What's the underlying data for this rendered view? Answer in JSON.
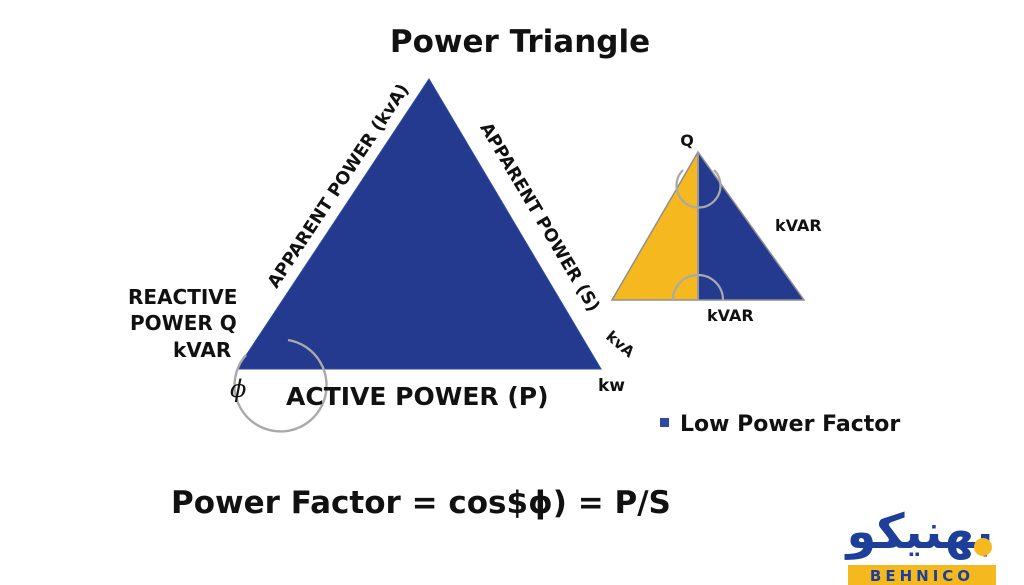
{
  "title": "Power Triangle",
  "main_triangle": {
    "label_left_side": "APPARENT POWER (kvA)",
    "label_right_side": "APPARENT POWER (S)",
    "label_reactive_line1": "REACTIVE",
    "label_reactive_line2": "POWER Q",
    "label_reactive_unit": "kVAR",
    "label_phi": "ϕ",
    "label_active": "ACTIVE POWER (P)",
    "label_kva": "kvA",
    "label_kw": "kw"
  },
  "small_triangle": {
    "label_top": "Q",
    "label_right": "kVAR",
    "label_bottom": "kVAR"
  },
  "legend": {
    "label": "Low Power Factor"
  },
  "formula": "Power Factor = cos$ϕ) = P/S",
  "logo": {
    "script_text": "بهنیکو",
    "latin_text": "BEHNICO"
  },
  "colors": {
    "triangle_blue": "#243a8f",
    "small_yellow": "#f5b81f",
    "legend_square": "#2b4aa0",
    "arc_gray": "#a9a9a9",
    "logo_blue": "#1d3f99",
    "logo_yellow": "#f5b81f"
  }
}
